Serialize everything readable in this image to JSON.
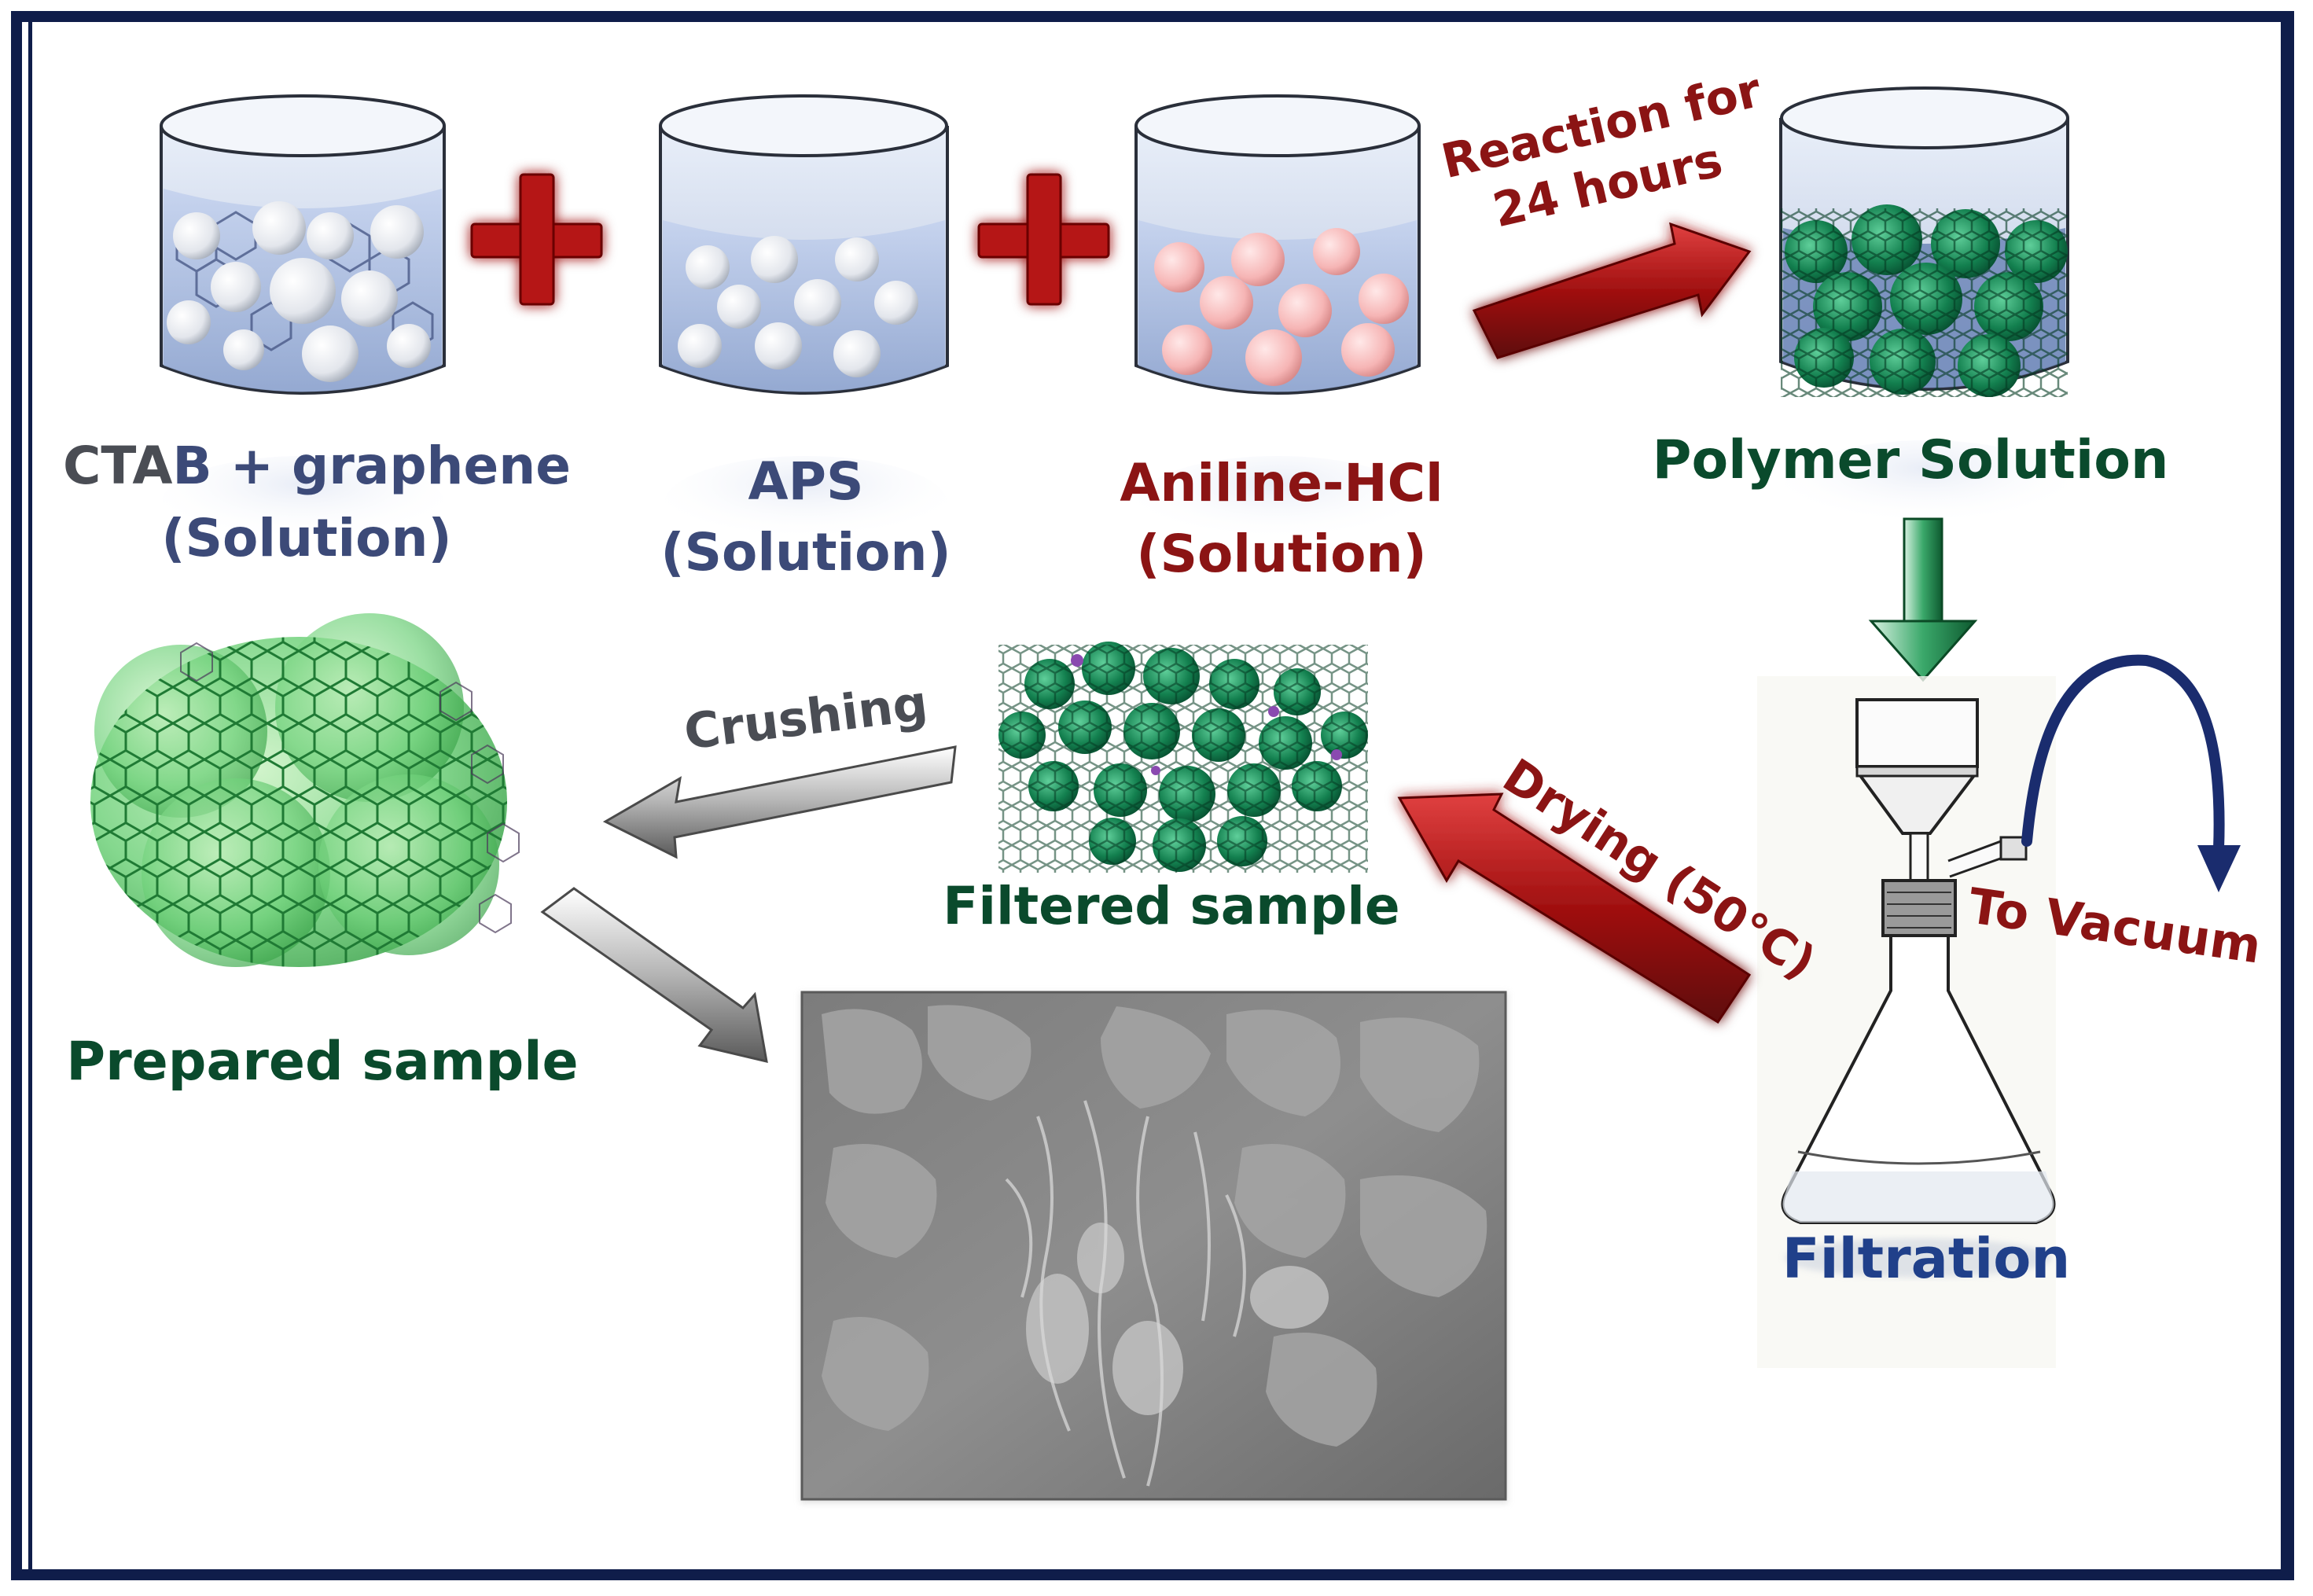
{
  "labels": {
    "ctab_line1_dark": "CTA",
    "ctab_line1_blue": "B + graphene",
    "ctab_line2": "(Solution)",
    "aps_line1": "APS",
    "aps_line2": "(Solution)",
    "aniline_line1": "Aniline-HCl",
    "aniline_line2": "(Solution)",
    "reaction_line1": "Reaction for",
    "reaction_line2": "24 hours",
    "polymer_solution": "Polymer Solution",
    "crushing": "Crushing",
    "filtered_sample": "Filtered sample",
    "drying": "Drying (50°C)",
    "to_vacuum": "To Vacuum",
    "prepared_sample": "Prepared sample",
    "filtration": "Filtration"
  },
  "colors": {
    "frame": "#0f1d4a",
    "red_text": "#8b1414",
    "green_text": "#0a4a2c",
    "blue_text": "#3c4a78",
    "navy_text": "#20408a",
    "arrow_red": "#b01818",
    "arrow_green": "#1e7a4a",
    "arrow_gray": "#8c8c8c"
  },
  "icons": [
    "beaker-icon",
    "plus-icon",
    "arrow-icon",
    "filtration-flask-icon",
    "graphene-cluster-icon",
    "sem-image"
  ]
}
